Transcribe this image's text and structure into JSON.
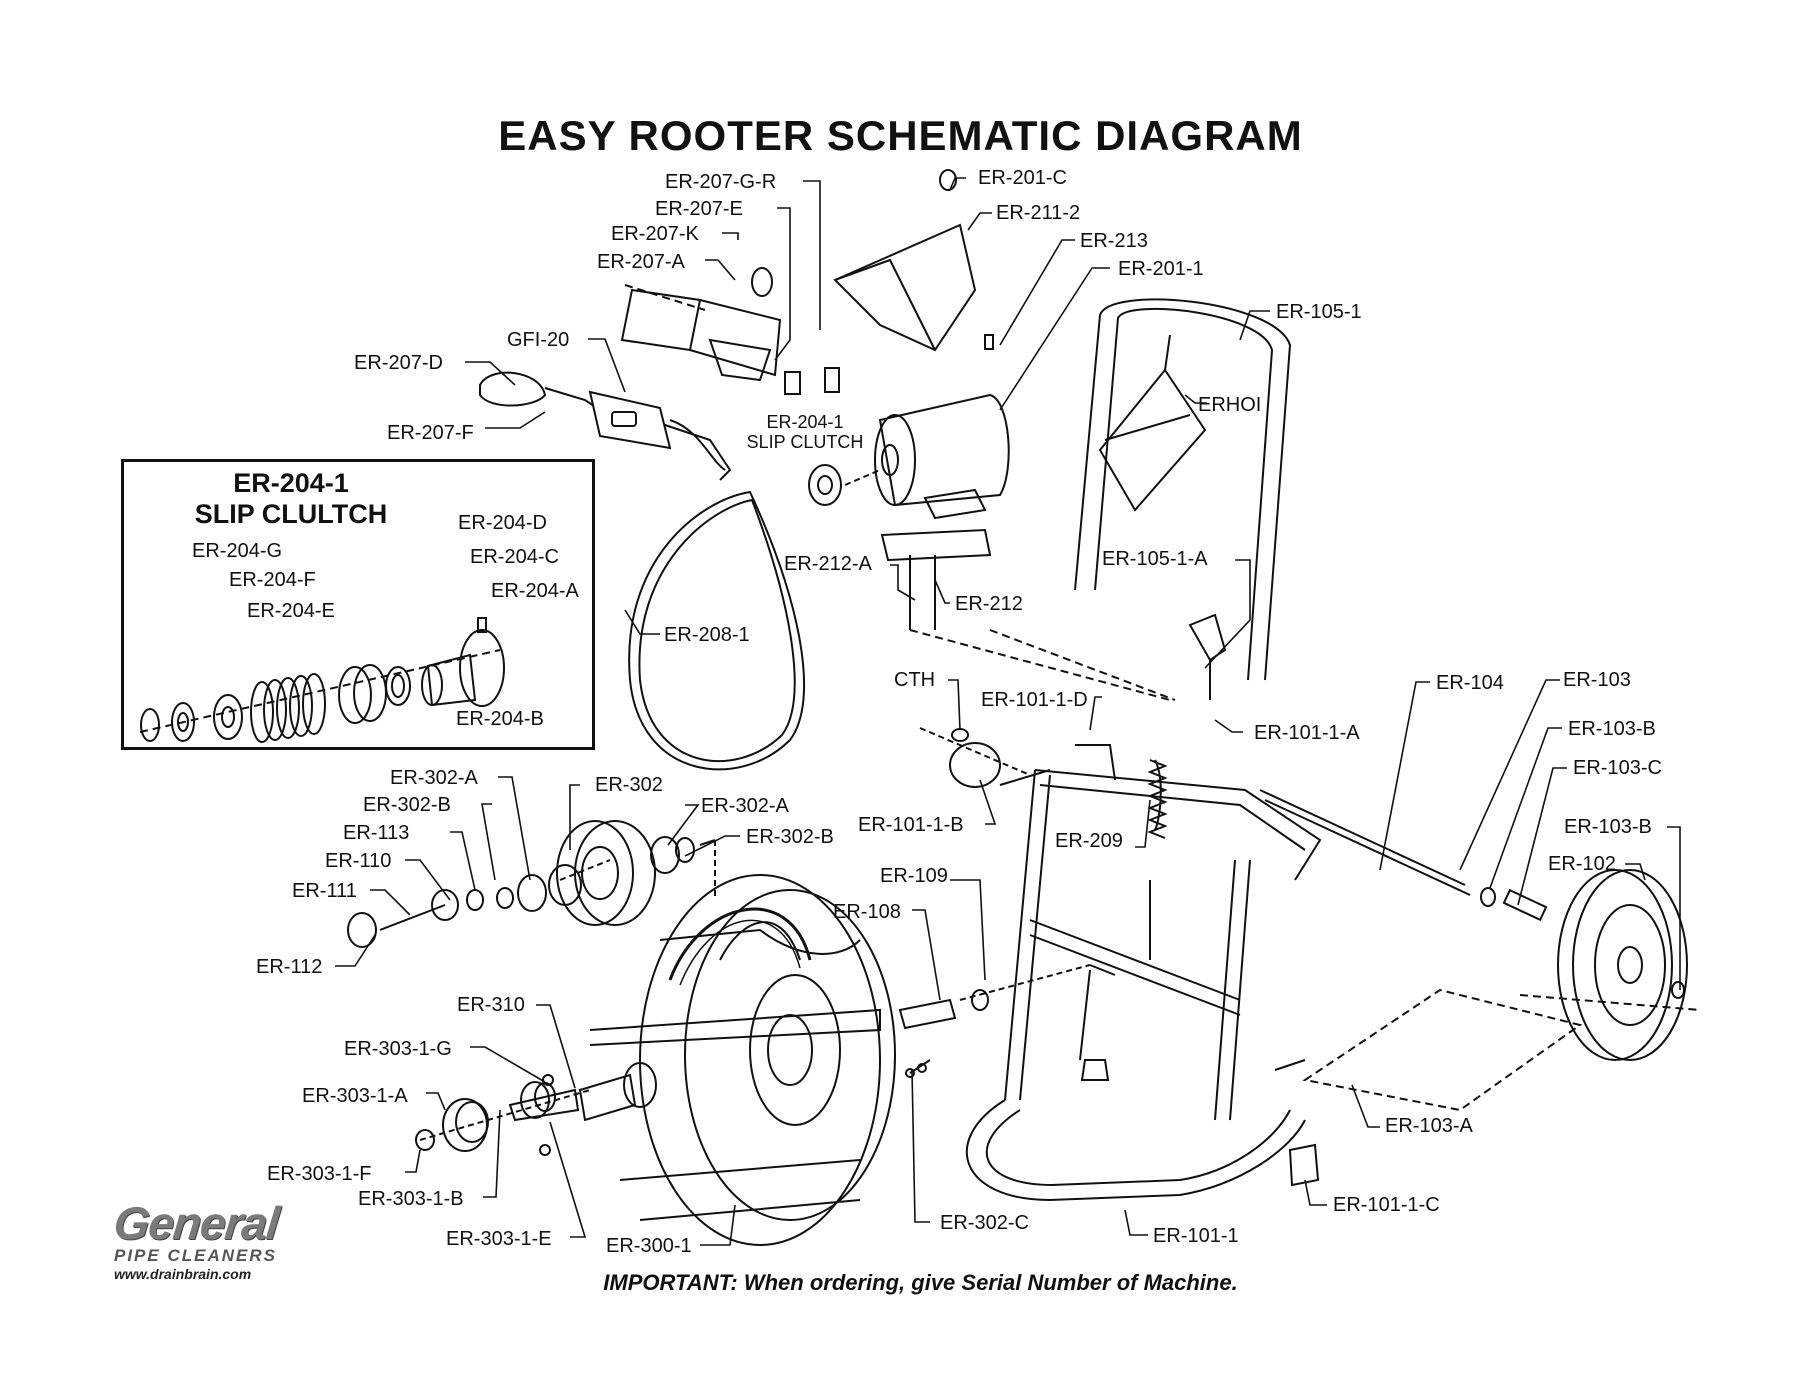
{
  "title": "EASY ROOTER SCHEMATIC DIAGRAM",
  "inset": {
    "title_line1": "ER-204-1",
    "title_line2": "SLIP CLULTCH",
    "labels": {
      "d": "ER-204-D",
      "c": "ER-204-C",
      "g": "ER-204-G",
      "f": "ER-204-F",
      "e": "ER-204-E",
      "a": "ER-204-A",
      "b": "ER-204-B"
    }
  },
  "labels": {
    "er207gr": "ER-207-G-R",
    "er207e": "ER-207-E",
    "er207k": "ER-207-K",
    "er207a": "ER-207-A",
    "gfi20": "GFI-20",
    "er207d": "ER-207-D",
    "er207f": "ER-207-F",
    "er2041_line1": "ER-204-1",
    "er2041_line2": "SLIP CLUTCH",
    "er201c": "ER-201-C",
    "er2112": "ER-211-2",
    "er213": "ER-213",
    "er2011": "ER-201-1",
    "er1051": "ER-105-1",
    "erhoi": "ERHOI",
    "er212a": "ER-212-A",
    "er212": "ER-212",
    "er1051a": "ER-105-1-A",
    "er2081": "ER-208-1",
    "cth": "CTH",
    "er1011d": "ER-101-1-D",
    "er1011a": "ER-101-1-A",
    "er104": "ER-104",
    "er103": "ER-103",
    "er103b_1": "ER-103-B",
    "er103c": "ER-103-C",
    "er103b_2": "ER-103-B",
    "er102": "ER-102",
    "er302a_1": "ER-302-A",
    "er302": "ER-302",
    "er302b_1": "ER-302-B",
    "er302a_2": "ER-302-A",
    "er302b_2": "ER-302-B",
    "er113": "ER-113",
    "er110": "ER-110",
    "er111": "ER-111",
    "er112": "ER-112",
    "er1011b": "ER-101-1-B",
    "er209": "ER-209",
    "er109": "ER-109",
    "er108": "ER-108",
    "er310": "ER-310",
    "er3031g": "ER-303-1-G",
    "er3031a": "ER-303-1-A",
    "er3031f": "ER-303-1-F",
    "er3031b": "ER-303-1-B",
    "er3031e": "ER-303-1-E",
    "er3001": "ER-300-1",
    "er302c": "ER-302-C",
    "er1011": "ER-101-1",
    "er103a": "ER-103-A",
    "er1011c": "ER-101-1-C"
  },
  "logo": {
    "main": "General",
    "sub": "PIPE CLEANERS",
    "url": "www.drainbrain.com"
  },
  "footer": {
    "important": "IMPORTANT: When ordering, give Serial Number of Machine."
  }
}
